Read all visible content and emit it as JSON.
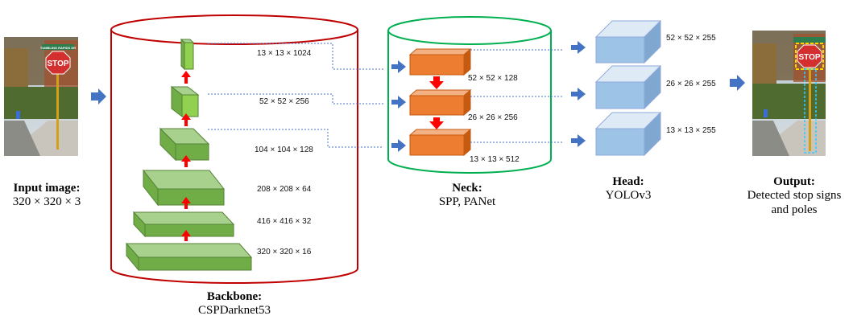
{
  "input": {
    "title": "Input image:",
    "subtitle": "320 × 320 × 3",
    "sign_text": "STOP",
    "street_sign": "TUMBLING RAPIDS DR"
  },
  "backbone": {
    "title": "Backbone:",
    "subtitle": "CSPDarknet53",
    "dims": [
      "13 × 13 × 1024",
      "52 × 52 × 256",
      "104 × 104 × 128",
      "208 × 208 × 64",
      "416 × 416 × 32",
      "320 × 320 × 16"
    ]
  },
  "neck": {
    "title": "Neck:",
    "subtitle": "SPP, PANet",
    "dims": [
      "52 × 52 × 128",
      "26 × 26 × 256",
      "13 × 13 × 512"
    ]
  },
  "head": {
    "title": "Head:",
    "subtitle": "YOLOv3",
    "dims": [
      "52 × 52 × 255",
      "26 × 26 × 255",
      "13 × 13 × 255"
    ]
  },
  "output": {
    "title": "Output:",
    "subtitle_line1": "Detected stop signs",
    "subtitle_line2": "and poles",
    "sign_text": "STOP"
  },
  "colors": {
    "backbone_border": "#c00000",
    "neck_border": "#00b050",
    "green_face": "#92d050",
    "orange_face": "#ed7d31",
    "blue_face": "#9dc3e6",
    "arrow_blue": "#4472c4",
    "arrow_red": "#ff0000"
  }
}
